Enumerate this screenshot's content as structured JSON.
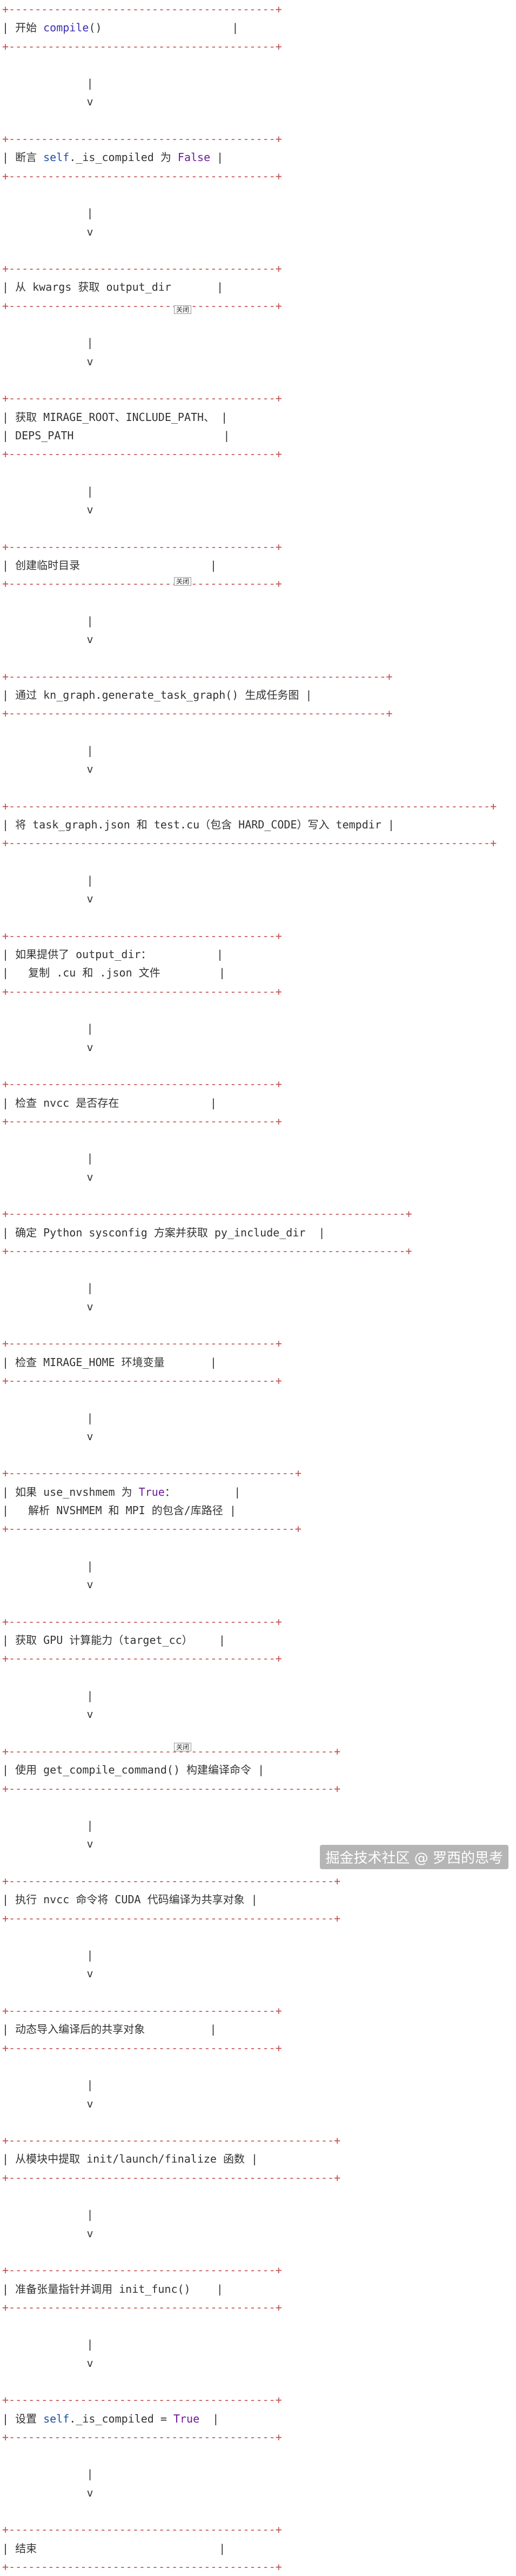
{
  "flow": [
    {
      "border": "+-----------------------------------------+",
      "lines": [
        [
          {
            "t": "| "
          },
          {
            "t": "开始 "
          },
          {
            "t": "compile",
            "c": "kw"
          },
          {
            "t": "()                    |"
          }
        ]
      ]
    },
    {
      "border": "+-----------------------------------------+",
      "lines": [
        [
          {
            "t": "| 断言 "
          },
          {
            "t": "self",
            "c": "kw-self"
          },
          {
            "t": "._is_compiled 为 "
          },
          {
            "t": "False",
            "c": "kw-const"
          },
          {
            "t": " |"
          }
        ]
      ]
    },
    {
      "border": "+-----------------------------------------+",
      "lines": [
        [
          {
            "t": "| 从 kwargs 获取 output_dir       |"
          }
        ]
      ]
    },
    {
      "border": "+-----------------------------------------+",
      "lines": [
        [
          {
            "t": "| 获取 MIRAGE_ROOT、INCLUDE_PATH、 |"
          }
        ],
        [
          {
            "t": "| DEPS_PATH                       |"
          }
        ]
      ]
    },
    {
      "border": "+-----------------------------------------+",
      "lines": [
        [
          {
            "t": "| 创建临时目录                    |"
          }
        ]
      ]
    },
    {
      "border": "+----------------------------------------------------------+",
      "lines": [
        [
          {
            "t": "| 通过 kn_graph.generate_task_graph() 生成任务图 |"
          }
        ]
      ]
    },
    {
      "border": "+--------------------------------------------------------------------------+",
      "lines": [
        [
          {
            "t": "| 将 task_graph.json 和 test.cu（包含 HARD_CODE）写入 tempdir |"
          }
        ]
      ]
    },
    {
      "border": "+-----------------------------------------+",
      "lines": [
        [
          {
            "t": "| 如果提供了 output_dir：          |"
          }
        ],
        [
          {
            "t": "|   复制 .cu 和 .json 文件         |"
          }
        ]
      ]
    },
    {
      "border": "+-----------------------------------------+",
      "lines": [
        [
          {
            "t": "| 检查 nvcc 是否存在              |"
          }
        ]
      ]
    },
    {
      "border": "+-------------------------------------------------------------+",
      "lines": [
        [
          {
            "t": "| 确定 Python sysconfig 方案并获取 py_include_dir  |"
          }
        ]
      ]
    },
    {
      "border": "+-----------------------------------------+",
      "lines": [
        [
          {
            "t": "| 检查 MIRAGE_HOME 环境变量       |"
          }
        ]
      ]
    },
    {
      "border": "+--------------------------------------------+",
      "lines": [
        [
          {
            "t": "| 如果 use_nvshmem 为 "
          },
          {
            "t": "True",
            "c": "kw-const"
          },
          {
            "t": "：         |"
          }
        ],
        [
          {
            "t": "|   解析 NVSHMEM 和 MPI 的包含/库路径 |"
          }
        ]
      ]
    },
    {
      "border": "+-----------------------------------------+",
      "lines": [
        [
          {
            "t": "| 获取 GPU 计算能力（target_cc）    |"
          }
        ]
      ]
    },
    {
      "border": "+--------------------------------------------------+",
      "lines": [
        [
          {
            "t": "| 使用 get_compile_command() 构建编译命令 |"
          }
        ]
      ]
    },
    {
      "border": "+--------------------------------------------------+",
      "lines": [
        [
          {
            "t": "| 执行 nvcc 命令将 CUDA 代码编译为共享对象 |"
          }
        ]
      ]
    },
    {
      "border": "+-----------------------------------------+",
      "lines": [
        [
          {
            "t": "| 动态导入编译后的共享对象          |"
          }
        ]
      ]
    },
    {
      "border": "+--------------------------------------------------+",
      "lines": [
        [
          {
            "t": "| 从模块中提取 init/launch/finalize 函数 |"
          }
        ]
      ]
    },
    {
      "border": "+-----------------------------------------+",
      "lines": [
        [
          {
            "t": "| 准备张量指针并调用 init_func()    |"
          }
        ]
      ]
    },
    {
      "border": "+-----------------------------------------+",
      "lines": [
        [
          {
            "t": "| 设置 "
          },
          {
            "t": "self",
            "c": "kw-self"
          },
          {
            "t": "._is_compiled = "
          },
          {
            "t": "True",
            "c": "kw-const"
          },
          {
            "t": "  |"
          }
        ]
      ]
    },
    {
      "border": "+-----------------------------------------+",
      "lines": [
        [
          {
            "t": "| 结束                            |"
          }
        ]
      ]
    }
  ],
  "connector": {
    "pipe": "             |",
    "arrow": "             v"
  },
  "tooltips": [
    {
      "text": "关闭"
    },
    {
      "text": "关闭"
    },
    {
      "text": "关闭"
    }
  ],
  "watermark": "掘金技术社区 @ 罗西的思考"
}
